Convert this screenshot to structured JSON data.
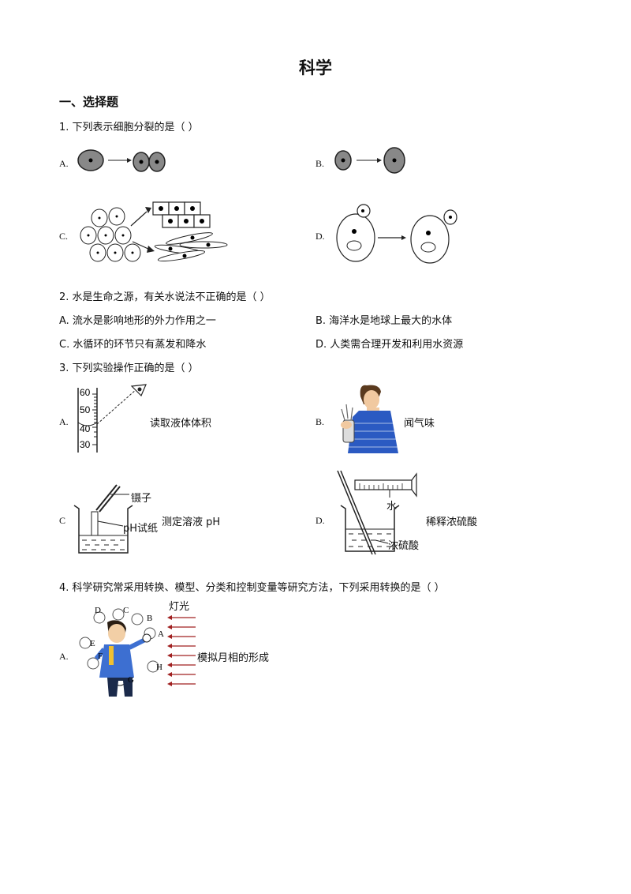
{
  "doc": {
    "title": "科学",
    "section_heading": "一、选择题"
  },
  "q1": {
    "stem": "1. 下列表示细胞分裂的是（    ）",
    "options": {
      "A": "A.",
      "B": "B.",
      "C": "C.",
      "D": "D."
    }
  },
  "q2": {
    "stem": "2. 水是生命之源，有关水说法不正确的是（    ）",
    "options": {
      "A": "A. 流水是影响地形的外力作用之一",
      "B": "B. 海洋水是地球上最大的水体",
      "C": "C. 水循环的环节只有蒸发和降水",
      "D": "D. 人类需合理开发和利用水资源"
    }
  },
  "q3": {
    "stem": "3. 下列实验操作正确的是（    ）",
    "options": {
      "A": "A.",
      "B": "B.",
      "C": "C",
      "D": "D."
    },
    "captions": {
      "A": "读取液体体积",
      "B": "闻气味",
      "C": "测定溶液 pH",
      "D": "稀释浓硫酸"
    },
    "figure_labels": {
      "cylinder_ticks": [
        "60",
        "50",
        "40",
        "30"
      ],
      "tweezers": "镊子",
      "ph_paper": "pH试纸",
      "water": "水",
      "acid": "浓硫酸"
    }
  },
  "q4": {
    "stem": "4. 科学研究常采用转换、模型、分类和控制变量等研究方法，下列采用转换的是（    ）",
    "options": {
      "A": "A."
    },
    "caption": "模拟月相的形成",
    "figure_labels": {
      "light": "灯光",
      "moons": [
        "A",
        "B",
        "C",
        "D",
        "E",
        "F",
        "G",
        "H"
      ]
    }
  }
}
